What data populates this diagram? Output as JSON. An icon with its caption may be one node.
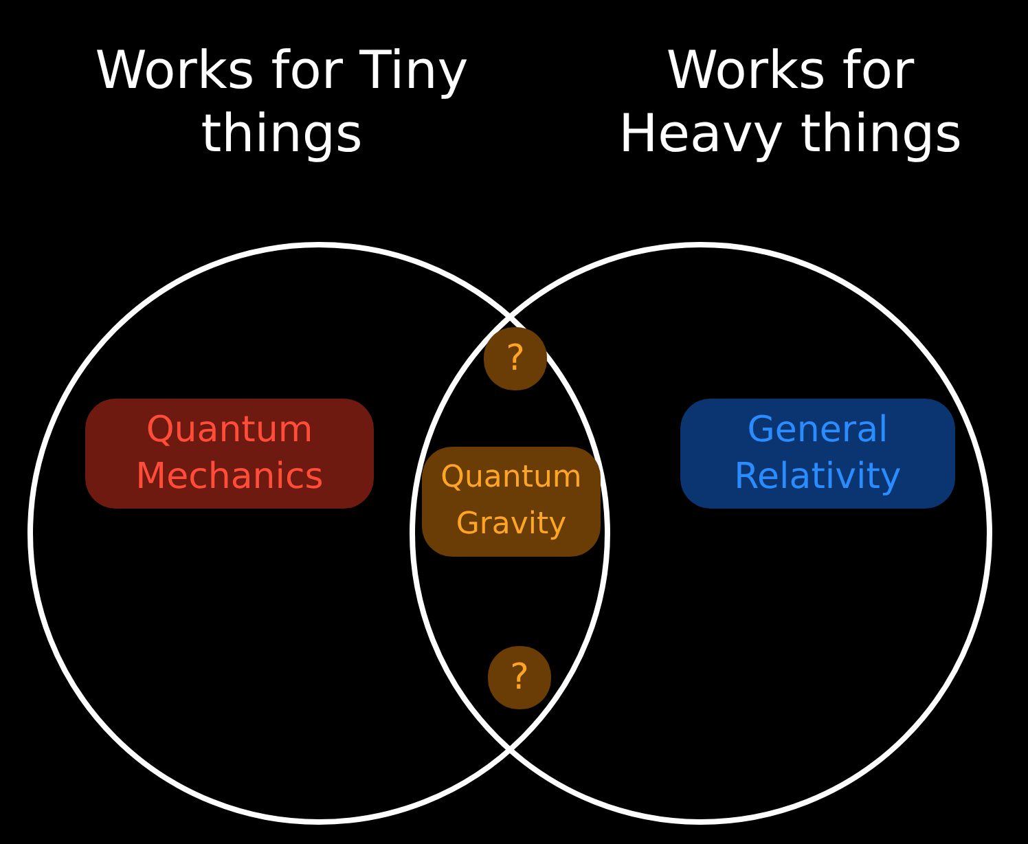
{
  "diagram": {
    "nodes": [
      {
        "text": [
          "Works for Tiny things"
        ]
      },
      {
        "text": [
          "Works for Heavy things"
        ]
      },
      {
        "text": [
          "Quantum Mechanics"
        ],
        "in": 0
      },
      {
        "text": [
          "?"
        ]
      },
      {
        "text": [
          "Quantum Gravity"
        ]
      },
      {
        "text": [
          "?"
        ]
      },
      {
        "text": [
          "General Relativity"
        ],
        "in": 1
      }
    ]
  }
}
